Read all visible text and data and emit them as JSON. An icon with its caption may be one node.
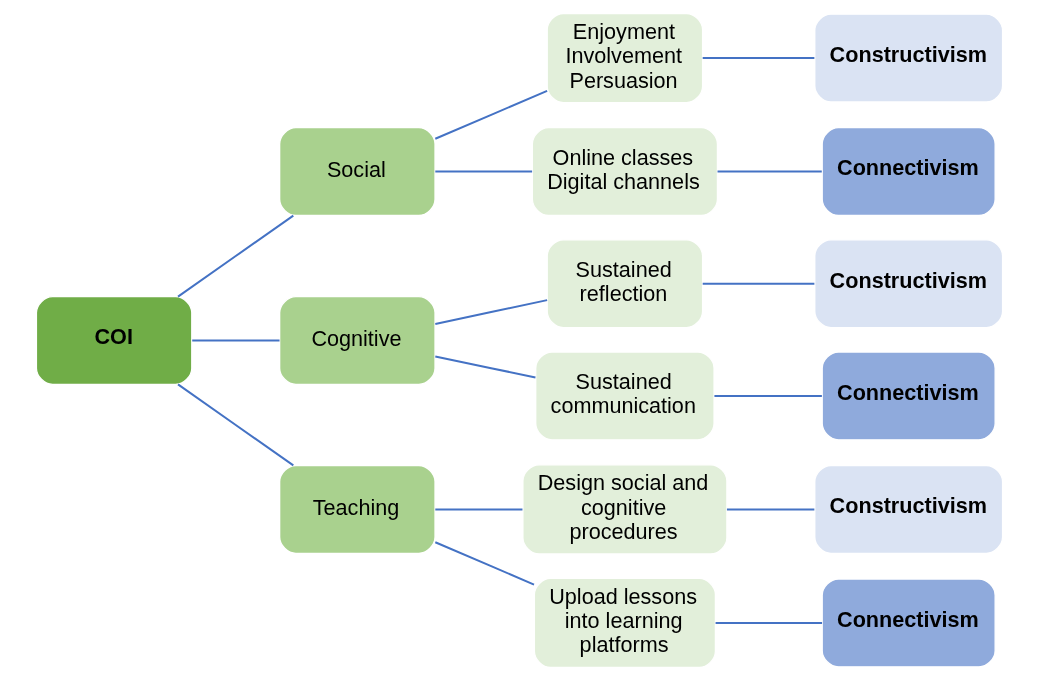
{
  "diagram": {
    "nodes": [
      {
        "text": [
          "COI"
        ]
      },
      {
        "text": [
          "Social"
        ]
      },
      {
        "text": [
          "Cognitive"
        ]
      },
      {
        "text": [
          "Teaching"
        ]
      },
      {
        "text": [
          "Enjoyment Involvement Persuasion"
        ]
      },
      {
        "text": [
          "Constructivism"
        ]
      },
      {
        "text": [
          "Online classes Digital channels"
        ]
      },
      {
        "text": [
          "Connectivism"
        ]
      },
      {
        "text": [
          "Sustained reflection"
        ]
      },
      {
        "text": [
          "Constructivism"
        ]
      },
      {
        "text": [
          "Sustained communication"
        ]
      },
      {
        "text": [
          "Connectivism"
        ]
      },
      {
        "text": [
          "Design social and cognitive procedures"
        ]
      },
      {
        "text": [
          "Constructivism"
        ]
      },
      {
        "text": [
          "Upload lessons into learning platforms"
        ]
      },
      {
        "text": [
          "Connectivism"
        ]
      }
    ],
    "edges": [
      {
        "from": 0,
        "to": 1,
        "arrow": "none"
      },
      {
        "from": 0,
        "to": 2,
        "arrow": "none"
      },
      {
        "from": 0,
        "to": 3,
        "arrow": "none"
      },
      {
        "from": 1,
        "to": 4,
        "arrow": "none"
      },
      {
        "from": 1,
        "to": 6,
        "arrow": "none"
      },
      {
        "from": 2,
        "to": 8,
        "arrow": "none"
      },
      {
        "from": 2,
        "to": 10,
        "arrow": "none"
      },
      {
        "from": 3,
        "to": 12,
        "arrow": "none"
      },
      {
        "from": 3,
        "to": 14,
        "arrow": "none"
      },
      {
        "from": 4,
        "to": 5,
        "arrow": "none"
      },
      {
        "from": 6,
        "to": 7,
        "arrow": "none"
      },
      {
        "from": 8,
        "to": 9,
        "arrow": "none"
      },
      {
        "from": 10,
        "to": 11,
        "arrow": "none"
      },
      {
        "from": 12,
        "to": 13,
        "arrow": "none"
      },
      {
        "from": 14,
        "to": 15,
        "arrow": "none"
      }
    ]
  }
}
